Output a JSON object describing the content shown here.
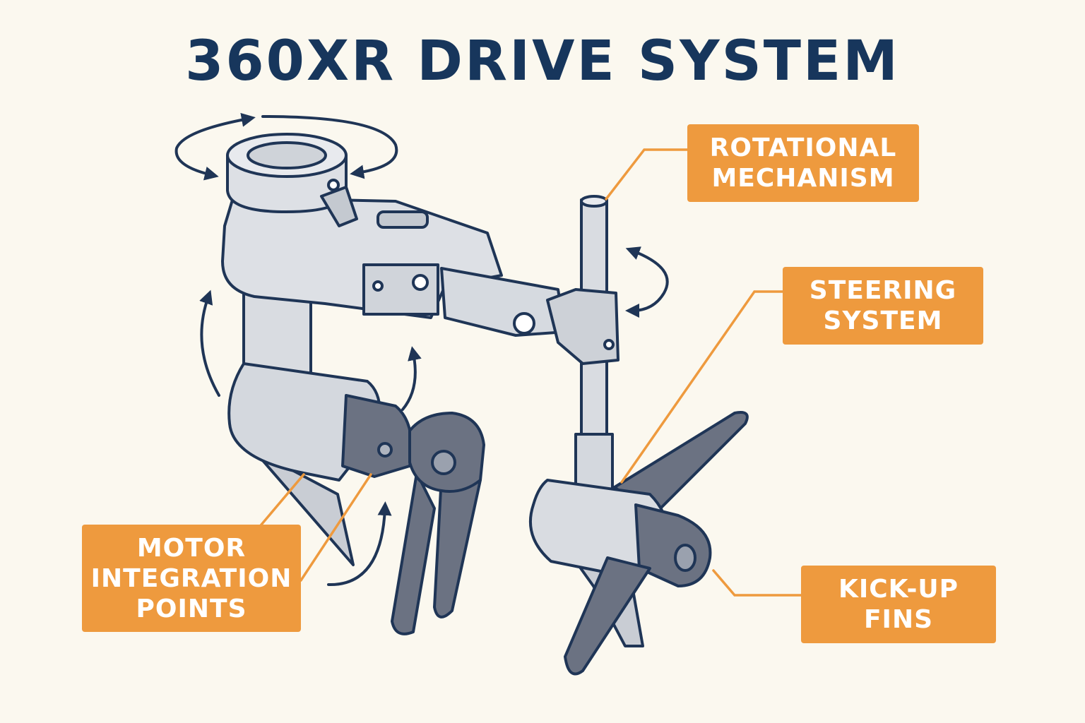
{
  "title": "360XR DRIVE SYSTEM",
  "callouts": {
    "rotational": [
      "ROTATIONAL",
      "MECHANISM"
    ],
    "steering": [
      "STEERING",
      "SYSTEM"
    ],
    "motor": [
      "MOTOR",
      "INTEGRATION",
      "POINTS"
    ],
    "kickup": [
      "KICK-UP",
      "FINS"
    ]
  },
  "colors": {
    "background": "#FBF8EF",
    "title": "#17365C",
    "outline": "#1F3556",
    "metal": "#D9DCE1",
    "dark_part": "#6B7282",
    "callout": "#EE9A3E",
    "leader": "#EE9A3E"
  }
}
